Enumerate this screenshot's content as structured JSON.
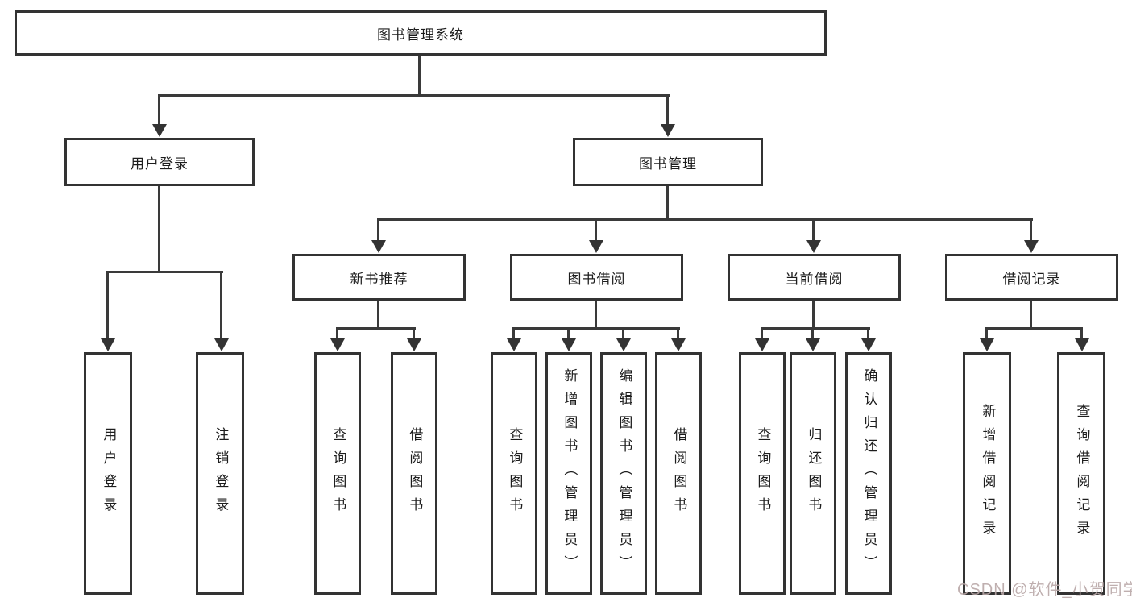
{
  "diagram": {
    "title": "图书管理系统",
    "level2": {
      "login": "用户登录",
      "book_mgmt": "图书管理"
    },
    "level3": {
      "new_books": "新书推荐",
      "book_borrow": "图书借阅",
      "current_borrow": "当前借阅",
      "borrow_records": "借阅记录"
    },
    "leaves": {
      "user_login": "用户登录",
      "logout": "注销登录",
      "nb_query_books": "查询图书",
      "nb_borrow_books": "借阅图书",
      "bb_query_books": "查询图书",
      "bb_add_books": "新增图书（管理员）",
      "bb_edit_books": "编辑图书（管理员）",
      "bb_borrow_books": "借阅图书",
      "cb_query_books": "查询图书",
      "cb_return_books": "归还图书",
      "cb_confirm_return": "确认归还（管理员）",
      "br_add_record": "新增借阅记录",
      "br_query_record": "查询借阅记录"
    }
  },
  "watermark": {
    "text": "CSDN @软件_小贺同学",
    "color": "#b9a7a7"
  },
  "colors": {
    "line": "#3a3a3a",
    "box_border": "#333333",
    "background": "#ffffff",
    "text": "#1d1d1d"
  }
}
